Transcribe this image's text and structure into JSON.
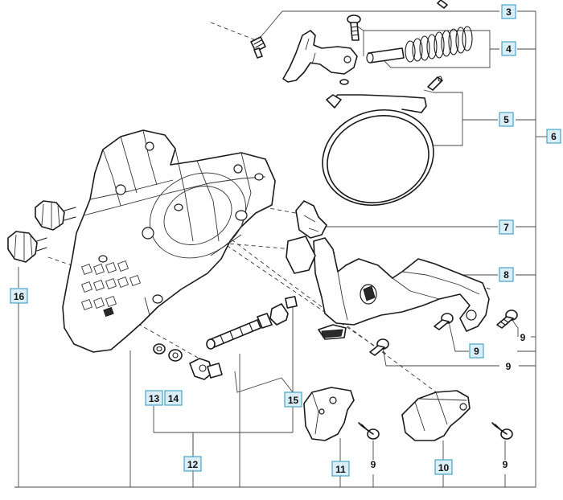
{
  "callouts": {
    "c3": "3",
    "c4": "4",
    "c5": "5",
    "c6": "6",
    "c7": "7",
    "c8": "8",
    "c9_boxed": "9",
    "c10": "10",
    "c11": "11",
    "c12": "12",
    "c13": "13",
    "c14": "14",
    "c15": "15",
    "c16": "16"
  },
  "plain_labels": {
    "p9_a": "9",
    "p9_b": "9",
    "p9_c": "9",
    "p9_d": "9"
  },
  "colors": {
    "callout_fill": "#d9eef7",
    "callout_border": "#4aa3c8",
    "line": "#1a1a1a"
  }
}
